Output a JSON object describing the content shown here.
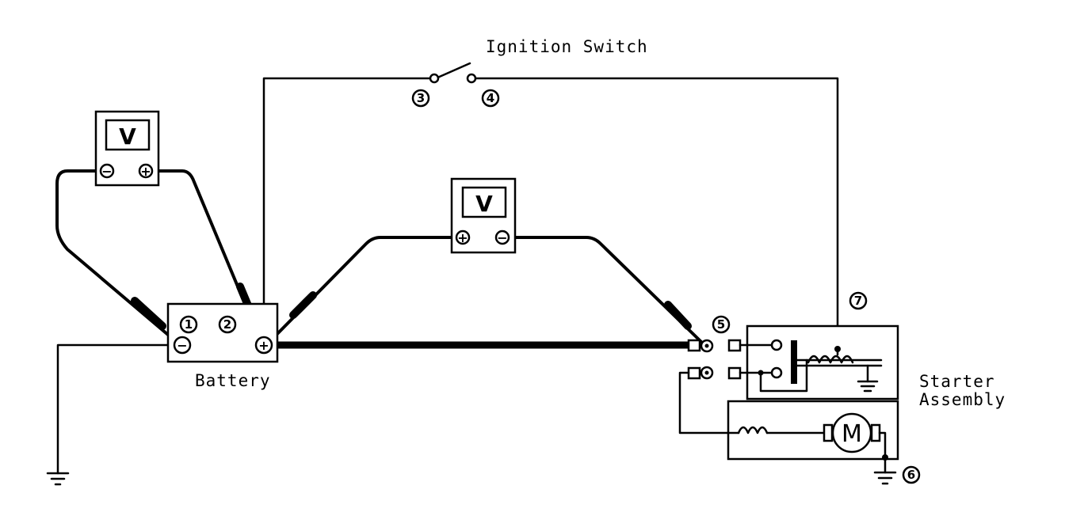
{
  "labels": {
    "ignition_switch": "Ignition Switch",
    "battery": "Battery",
    "starter_line1": "Starter",
    "starter_line2": "Assembly"
  },
  "voltmeters": [
    {
      "symbol": "V",
      "left_terminal": "−",
      "right_terminal": "+"
    },
    {
      "symbol": "V",
      "left_terminal": "+",
      "right_terminal": "−"
    }
  ],
  "battery_terminals": {
    "negative": "−",
    "positive": "+"
  },
  "motor": {
    "symbol": "M"
  },
  "points": [
    "1",
    "2",
    "3",
    "4",
    "5",
    "6",
    "7"
  ]
}
